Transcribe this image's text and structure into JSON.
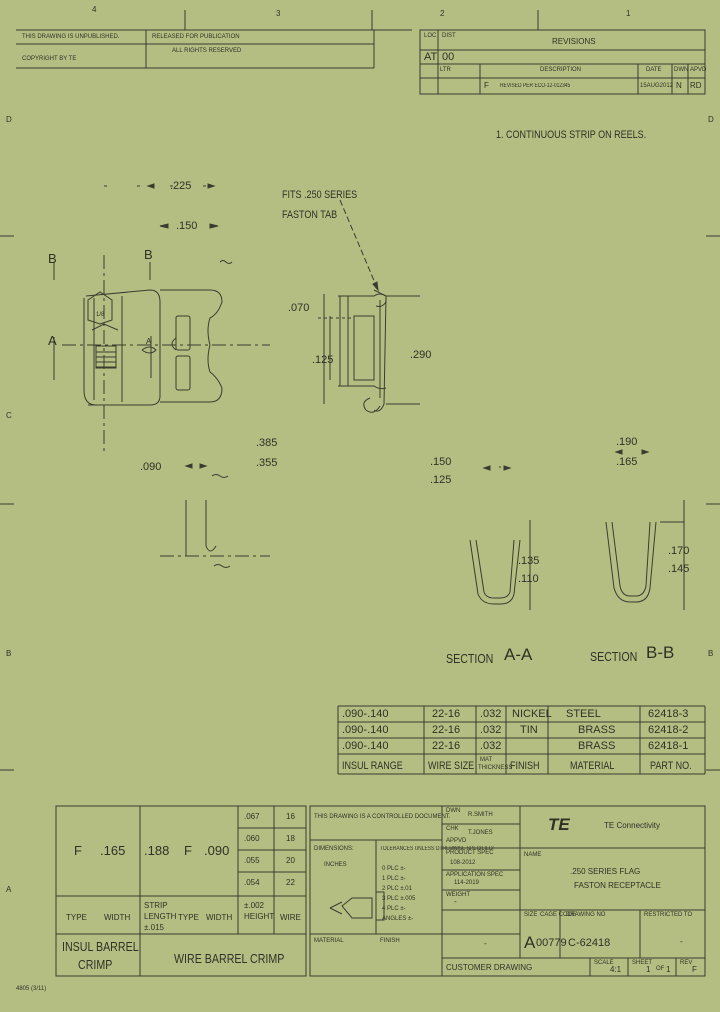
{
  "zones": {
    "top": [
      "4",
      "3",
      "2",
      "1"
    ],
    "side": [
      "D",
      "C",
      "B",
      "A"
    ]
  },
  "header": {
    "left_note_1": "THIS DRAWING IS UNPUBLISHED.",
    "left_note_2": "COPYRIGHT BY TE",
    "mid_note_1": "RELEASED FOR PUBLICATION",
    "mid_note_2": "ALL RIGHTS RESERVED",
    "loc": "LOC",
    "loc_val": "AT",
    "dist": "DIST",
    "dist_val": "00",
    "revisions": "REVISIONS",
    "rev_ltr": "LTR",
    "rev_desc": "DESCRIPTION",
    "rev_date": "DATE",
    "rev_dwn": "DWN",
    "rev_apvd": "APVD",
    "rev_row_ltr": "F",
    "rev_row_desc": "REVISED PER ECO-12-012345",
    "rev_row_date": "15AUG2012",
    "rev_row_dwn": "N",
    "rev_row_apvd": "RD"
  },
  "notes": {
    "note_1": "1.  CONTINUOUS STRIP ON REELS."
  },
  "front_view": {
    "dim_225": ".225",
    "dim_150": ".150",
    "label_B1": "B",
    "label_B2": "B",
    "label_A1": "A",
    "label_A2": "A",
    "center_mark": "1/8"
  },
  "tab_callout": {
    "line_1": "FITS .250 SERIES",
    "line_2": "FASTON TAB"
  },
  "side_view": {
    "dim_070": ".070",
    "dim_125": ".125",
    "dim_290": ".290"
  },
  "bottom_view": {
    "dim_090": ".090",
    "dim_385": ".385",
    "dim_355": ".355"
  },
  "section_aa": {
    "dim_top_1": ".150",
    "dim_top_2": ".125",
    "dim_side_1": ".135",
    "dim_side_2": ".110",
    "label": "SECTION",
    "letters": "A-A"
  },
  "section_bb": {
    "dim_top_1": ".190",
    "dim_top_2": ".165",
    "dim_side_1": ".170",
    "dim_side_2": ".145",
    "label": "SECTION",
    "letters": "B-B"
  },
  "part_table": {
    "rows": [
      {
        "range": ".090-.140",
        "awg": "22-16",
        "thick": ".032",
        "finish": "NICKEL",
        "material": "STEEL",
        "part": "62418-3"
      },
      {
        "range": ".090-.140",
        "awg": "22-16",
        "thick": ".032",
        "finish": "TIN",
        "material": "BRASS",
        "part": "62418-2"
      },
      {
        "range": ".090-.140",
        "awg": "22-16",
        "thick": ".032",
        "finish": "",
        "material": "BRASS",
        "part": "62418-1"
      }
    ],
    "headers": {
      "range": "INSUL RANGE",
      "awg": "WIRE SIZE",
      "thick_1": "MAT",
      "thick_2": "THICKNESS",
      "finish": "FINISH",
      "material": "MATERIAL",
      "part": "PART NO."
    }
  },
  "crimp_table": {
    "insul_type": "F",
    "insul_width": ".165",
    "wire_width": ".188",
    "wire_type": "F",
    "wire_extra": ".090",
    "wire_rows": [
      {
        "height": ".067",
        "awg": "16"
      },
      {
        "height": ".060",
        "awg": "18"
      },
      {
        "height": ".055",
        "awg": "20"
      },
      {
        "height": ".054",
        "awg": "22"
      }
    ],
    "h_type": "TYPE",
    "h_width": "WIDTH",
    "h_strip_1": "STRIP",
    "h_strip_2": "LENGTH",
    "h_strip_3": "±.015",
    "h_type2": "TYPE",
    "h_width2": "WIDTH",
    "h_height_1": "±.002",
    "h_height_2": "HEIGHT",
    "h_wire": "WIRE",
    "insul_title_1": "INSUL BARREL",
    "insul_title_2": "CRIMP",
    "wire_title": "WIRE BARREL CRIMP"
  },
  "title_block": {
    "controlled": "THIS DRAWING IS A CONTROLLED DOCUMENT.",
    "dwn": "DWN",
    "dwn_name": "R.SMITH",
    "chk": "CHK",
    "chk_name": "T.JONES",
    "appvd": "APPVD",
    "product_spec": "PRODUCT SPEC",
    "product_spec_val": "108-2012",
    "dimensions": "DIMENSIONS:",
    "dims_unit": "INCHES",
    "tolerances": "TOLERANCES UNLESS OTHERWISE SPECIFIED:",
    "tol_rows": [
      "0 PLC  ±-",
      "1 PLC  ±-",
      "2 PLC  ±.01",
      "3 PLC  ±.005",
      "4 PLC  ±-",
      "ANGLES  ±-"
    ],
    "application_spec": "APPLICATION SPEC",
    "application_spec_val": "114-2019",
    "weight": "WEIGHT",
    "weight_val": "-",
    "material_label": "MATERIAL",
    "finish_label": "FINISH",
    "finish_val": "-",
    "company": "TE Connectivity",
    "logo": "TE",
    "name_label": "NAME",
    "name_1": ".250 SERIES FLAG",
    "name_2": "FASTON RECEPTACLE",
    "size": "SIZE",
    "size_val": "A",
    "cage": "CAGE CODE",
    "cage_val": "00779",
    "dwg_no": "DRAWING NO",
    "dwg_val": "C-62418",
    "rstr": "RESTRICTED TO",
    "rstr_val": "-",
    "customer": "CUSTOMER DRAWING",
    "scale": "SCALE",
    "scale_val": "4:1",
    "sheet": "SHEET",
    "sheet_val": "1",
    "of": "OF",
    "of_val": "1",
    "rev": "REV",
    "rev_val": "F",
    "form": "4805 (3/11)"
  }
}
